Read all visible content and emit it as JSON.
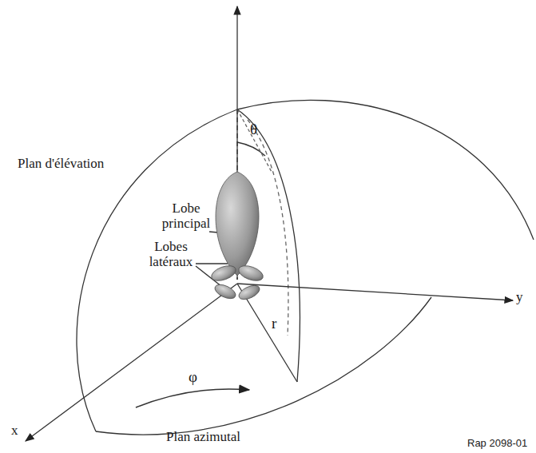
{
  "diagram": {
    "labels": [
      "Plan d'élévation",
      "Lobe principal",
      "Lobes latéraux",
      "θ",
      "r",
      "φ",
      "y",
      "x",
      "Plan azimutal",
      "Rap 2098-01"
    ]
  }
}
